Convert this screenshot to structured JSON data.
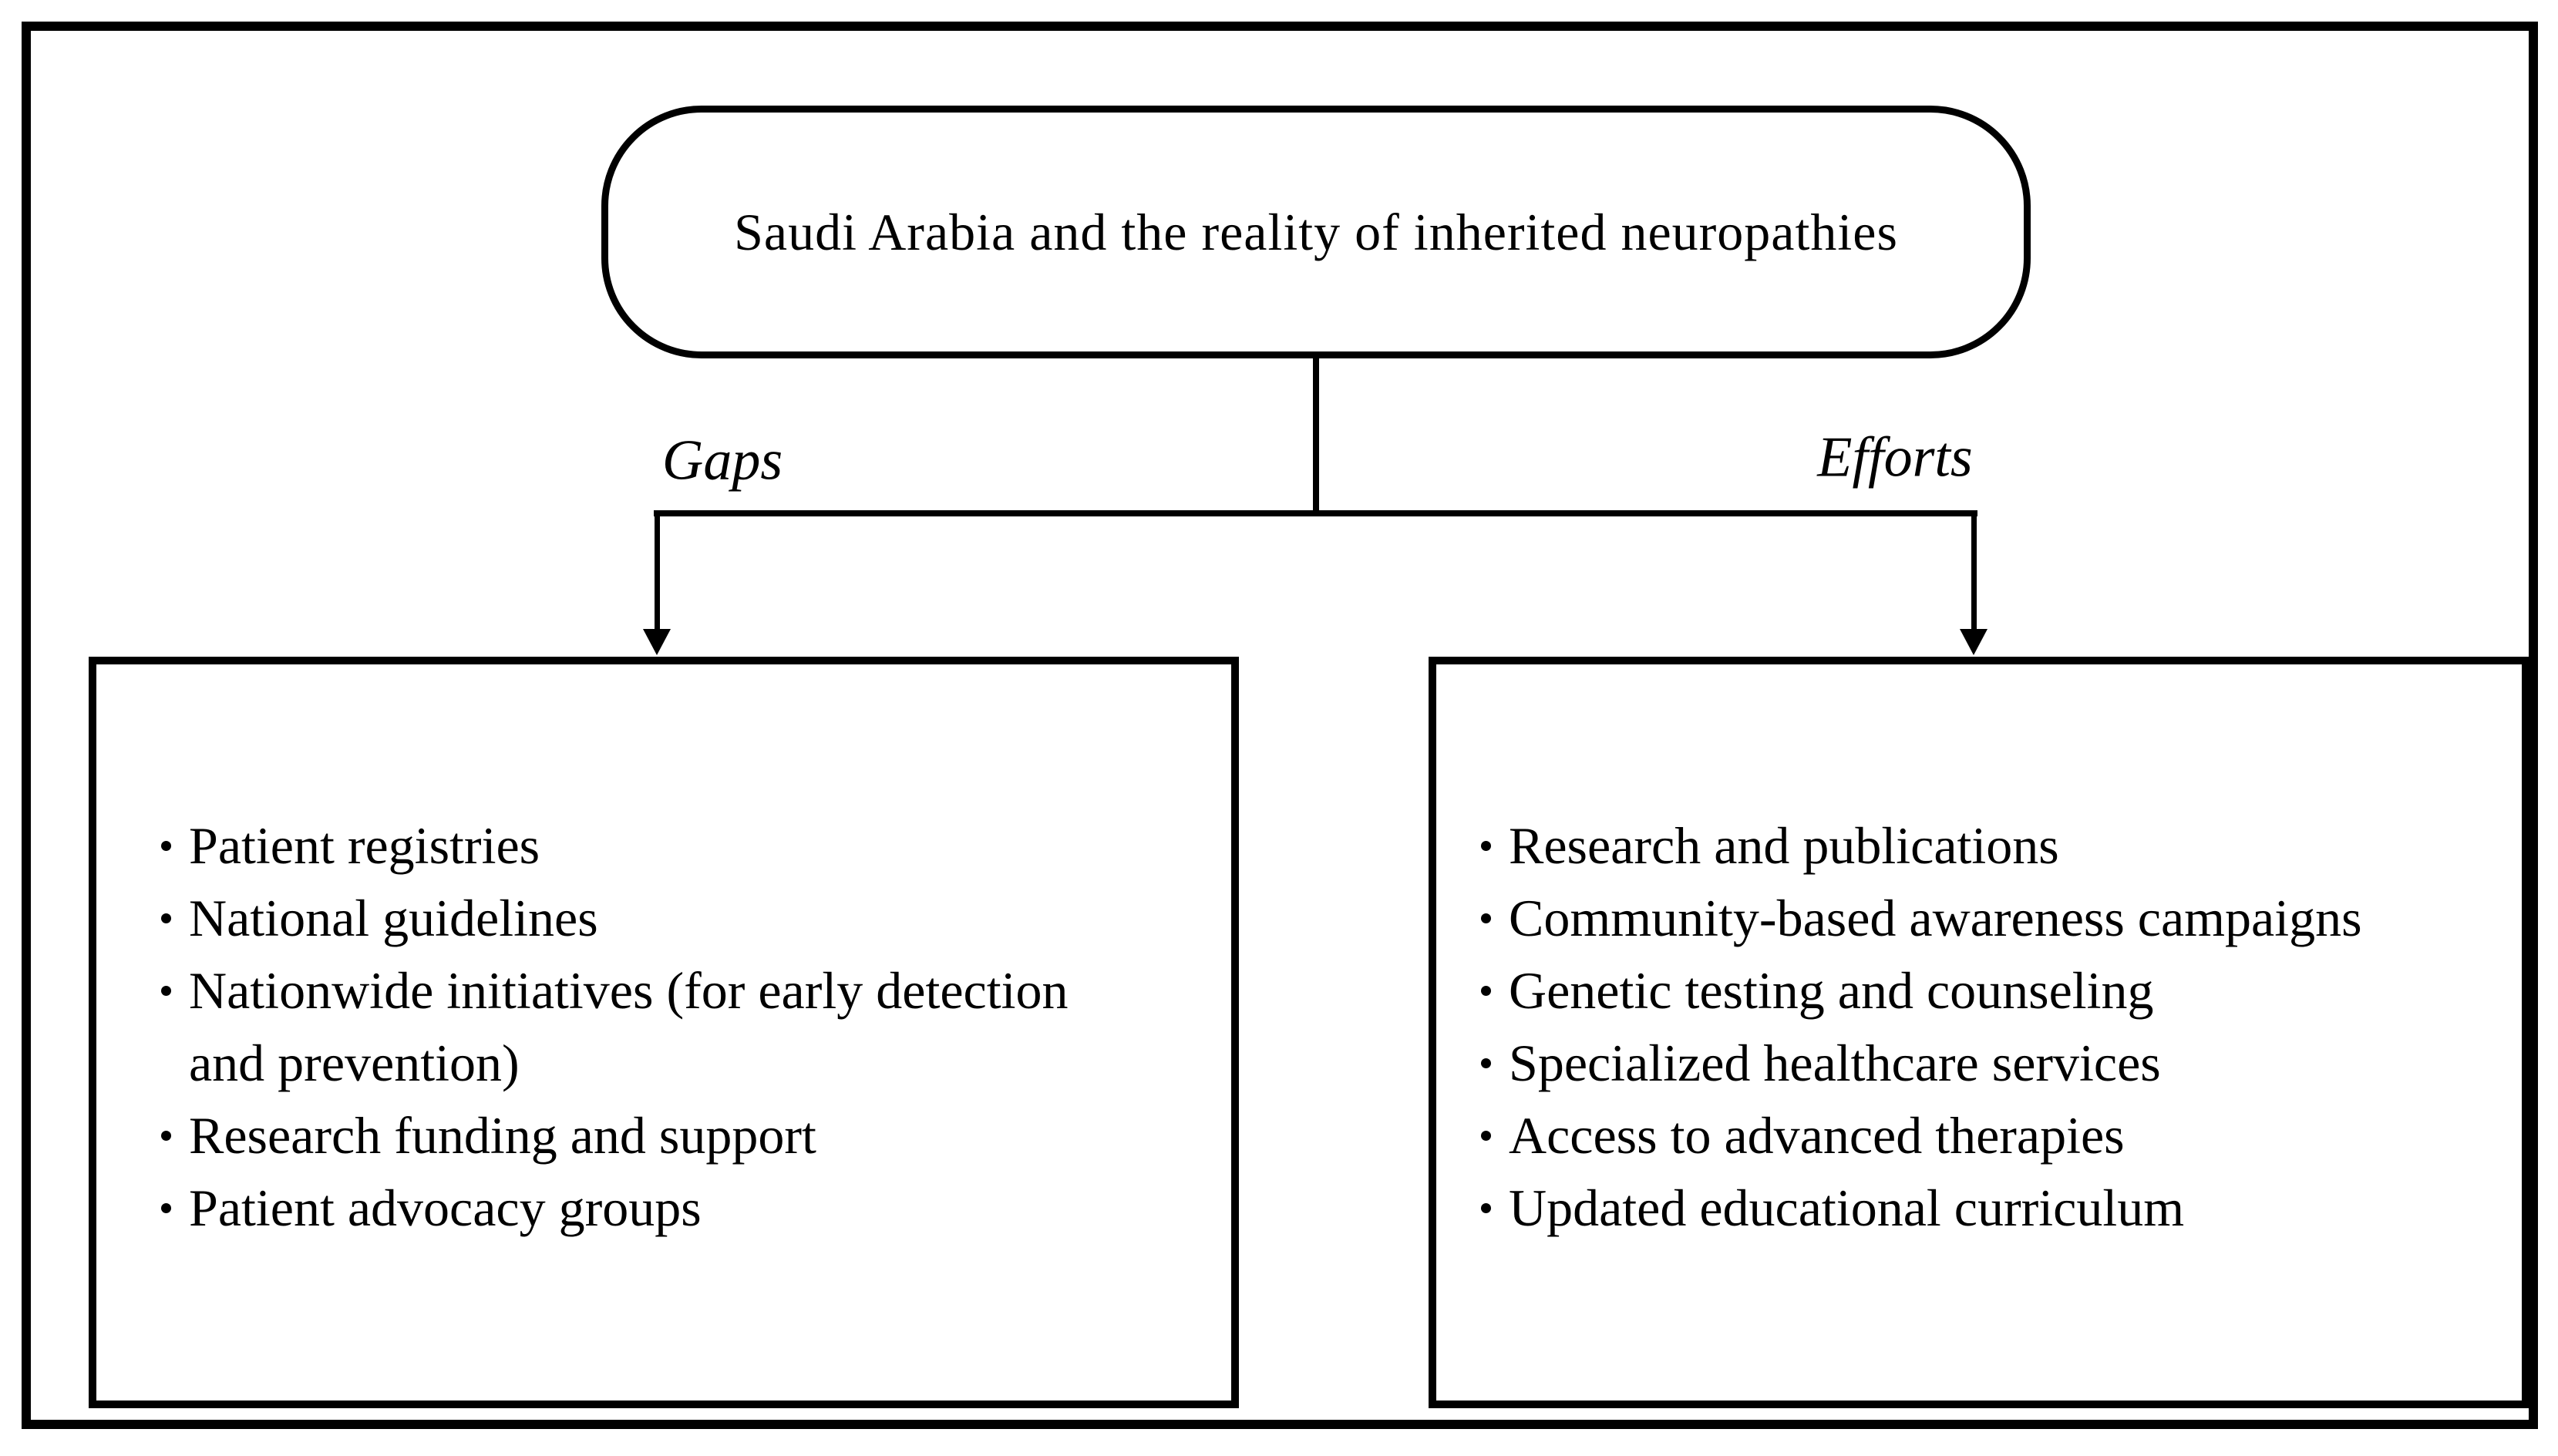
{
  "colors": {
    "ink": "#000000",
    "background": "#ffffff"
  },
  "diagram": {
    "title": "Saudi Arabia and the reality of inherited neuropathies",
    "branches": {
      "left": {
        "label": "Gaps",
        "items": [
          "Patient registries",
          "National guidelines",
          "Nationwide initiatives (for early detection\nand prevention)",
          "Research funding and support",
          "Patient advocacy groups"
        ]
      },
      "right": {
        "label": "Efforts",
        "items": [
          "Research and publications",
          "Community-based awareness campaigns",
          "Genetic testing and counseling",
          "Specialized healthcare services",
          "Access to advanced therapies",
          "Updated educational curriculum"
        ]
      }
    }
  }
}
